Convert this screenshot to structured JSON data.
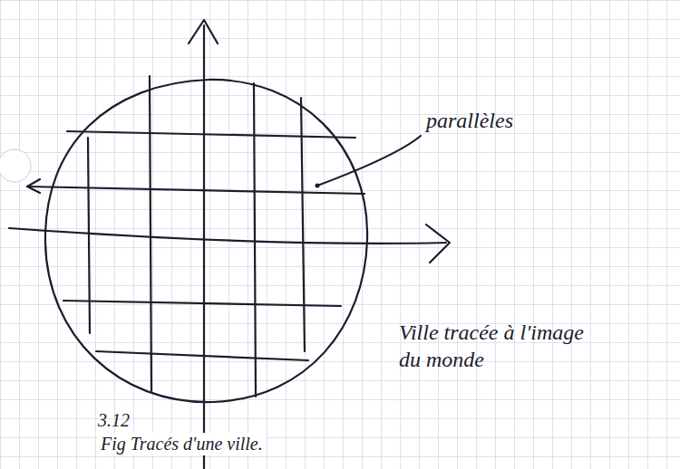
{
  "diagram": {
    "labels": [
      "parallèles",
      "Ville tracée à l'image du monde",
      "3.12",
      "Fig Tracés d'une ville."
    ]
  }
}
